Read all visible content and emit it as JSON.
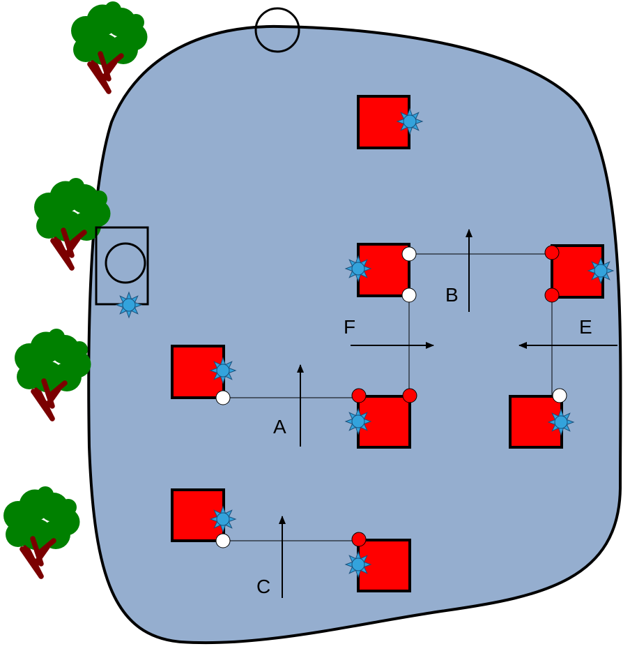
{
  "colors": {
    "field": "#95aecf",
    "outline": "#000000",
    "box": "#ff0000",
    "light": "#33a3dc",
    "tree_leaves": "#008000",
    "tree_trunk": "#800000",
    "node_red": "#ff0000",
    "node_white": "#ffffff"
  },
  "icons": {
    "tree": "tree-icon",
    "light": "light-burst-icon",
    "box": "red-square-icon",
    "node": "circle-node-icon",
    "arrow": "arrow-icon"
  },
  "labels": {
    "A": "A",
    "B": "B",
    "C": "C",
    "E": "E",
    "F": "F"
  }
}
